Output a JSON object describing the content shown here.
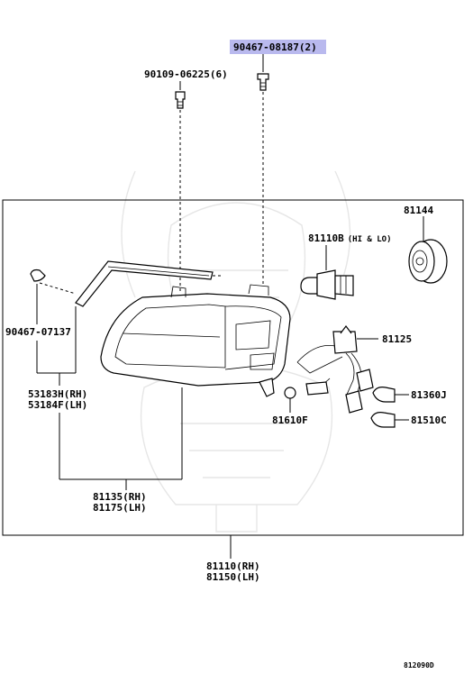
{
  "highlight_color": "#b9b9ee",
  "labels": {
    "bolt_top": "90467-08187(2)",
    "screw_top": "90109-06225(6)",
    "socket_cover": "81144",
    "bulb_hilo": "81110B(HI & LO)",
    "clip": "90467-07137",
    "wire_harness": "81125",
    "bulb_81360j": "81360J",
    "bulb_81510c": "81510C",
    "socket_81610f": "81610F",
    "bracket_rh": "53183H(RH)",
    "bracket_lh": "53184F(LH)",
    "unit_rh": "81135(RH)",
    "unit_lh": "81175(LH)",
    "assy_rh": "81110(RH)",
    "assy_lh": "81150(LH)",
    "diagram_code": "812090D"
  }
}
